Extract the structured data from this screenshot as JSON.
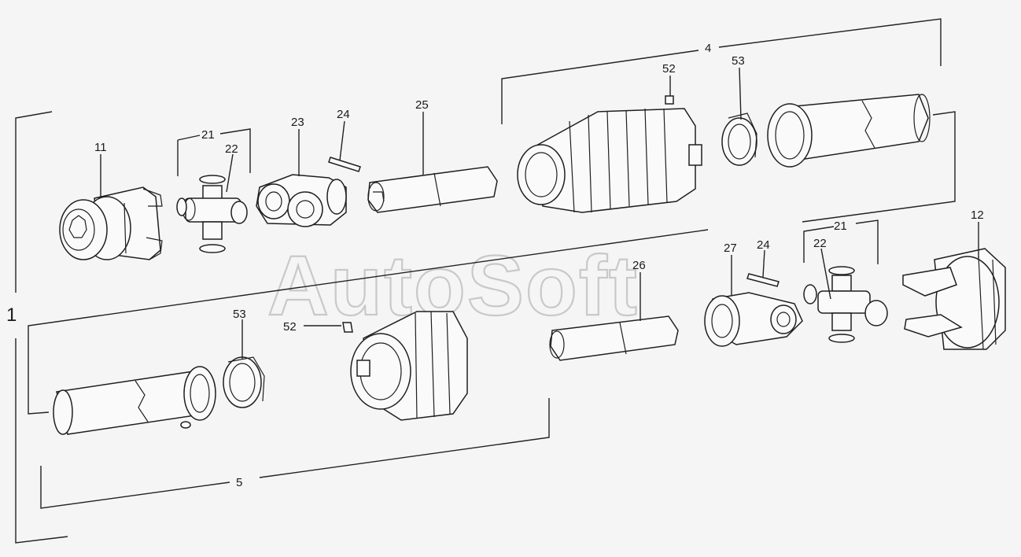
{
  "watermark": "AutoSoft",
  "callouts": {
    "c1": "1",
    "c4": "4",
    "c5": "5",
    "c11": "11",
    "c12": "12",
    "c21a": "21",
    "c21b": "21",
    "c22a": "22",
    "c22b": "22",
    "c23": "23",
    "c24a": "24",
    "c24b": "24",
    "c25": "25",
    "c26": "26",
    "c27": "27",
    "c52a": "52",
    "c52b": "52",
    "c53a": "53",
    "c53b": "53"
  }
}
